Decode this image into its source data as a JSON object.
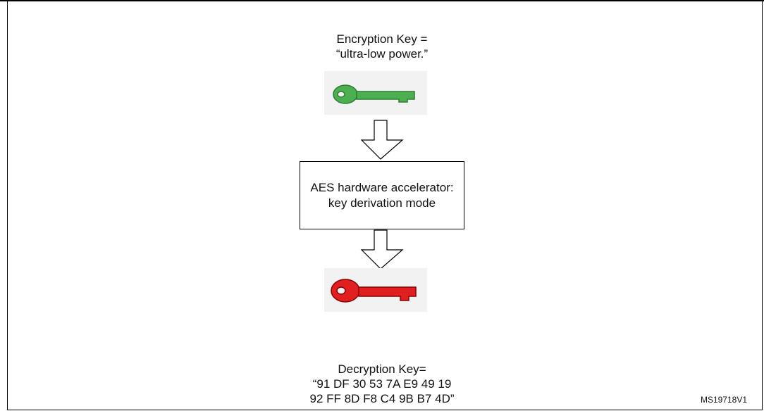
{
  "encryption": {
    "title": "Encryption Key =",
    "value": "“ultra-low power.”",
    "key_color": "#4caf50"
  },
  "accelerator": {
    "line1": "AES  hardware accelerator:",
    "line2": "key derivation mode"
  },
  "decryption": {
    "title": "Decryption Key=",
    "line1": "“91 DF 30 53 7A E9 49 19",
    "line2": "92 FF 8D F8 C4 9B B7 4D”",
    "key_color": "#e02020"
  },
  "figure_ref": "MS19718V1"
}
